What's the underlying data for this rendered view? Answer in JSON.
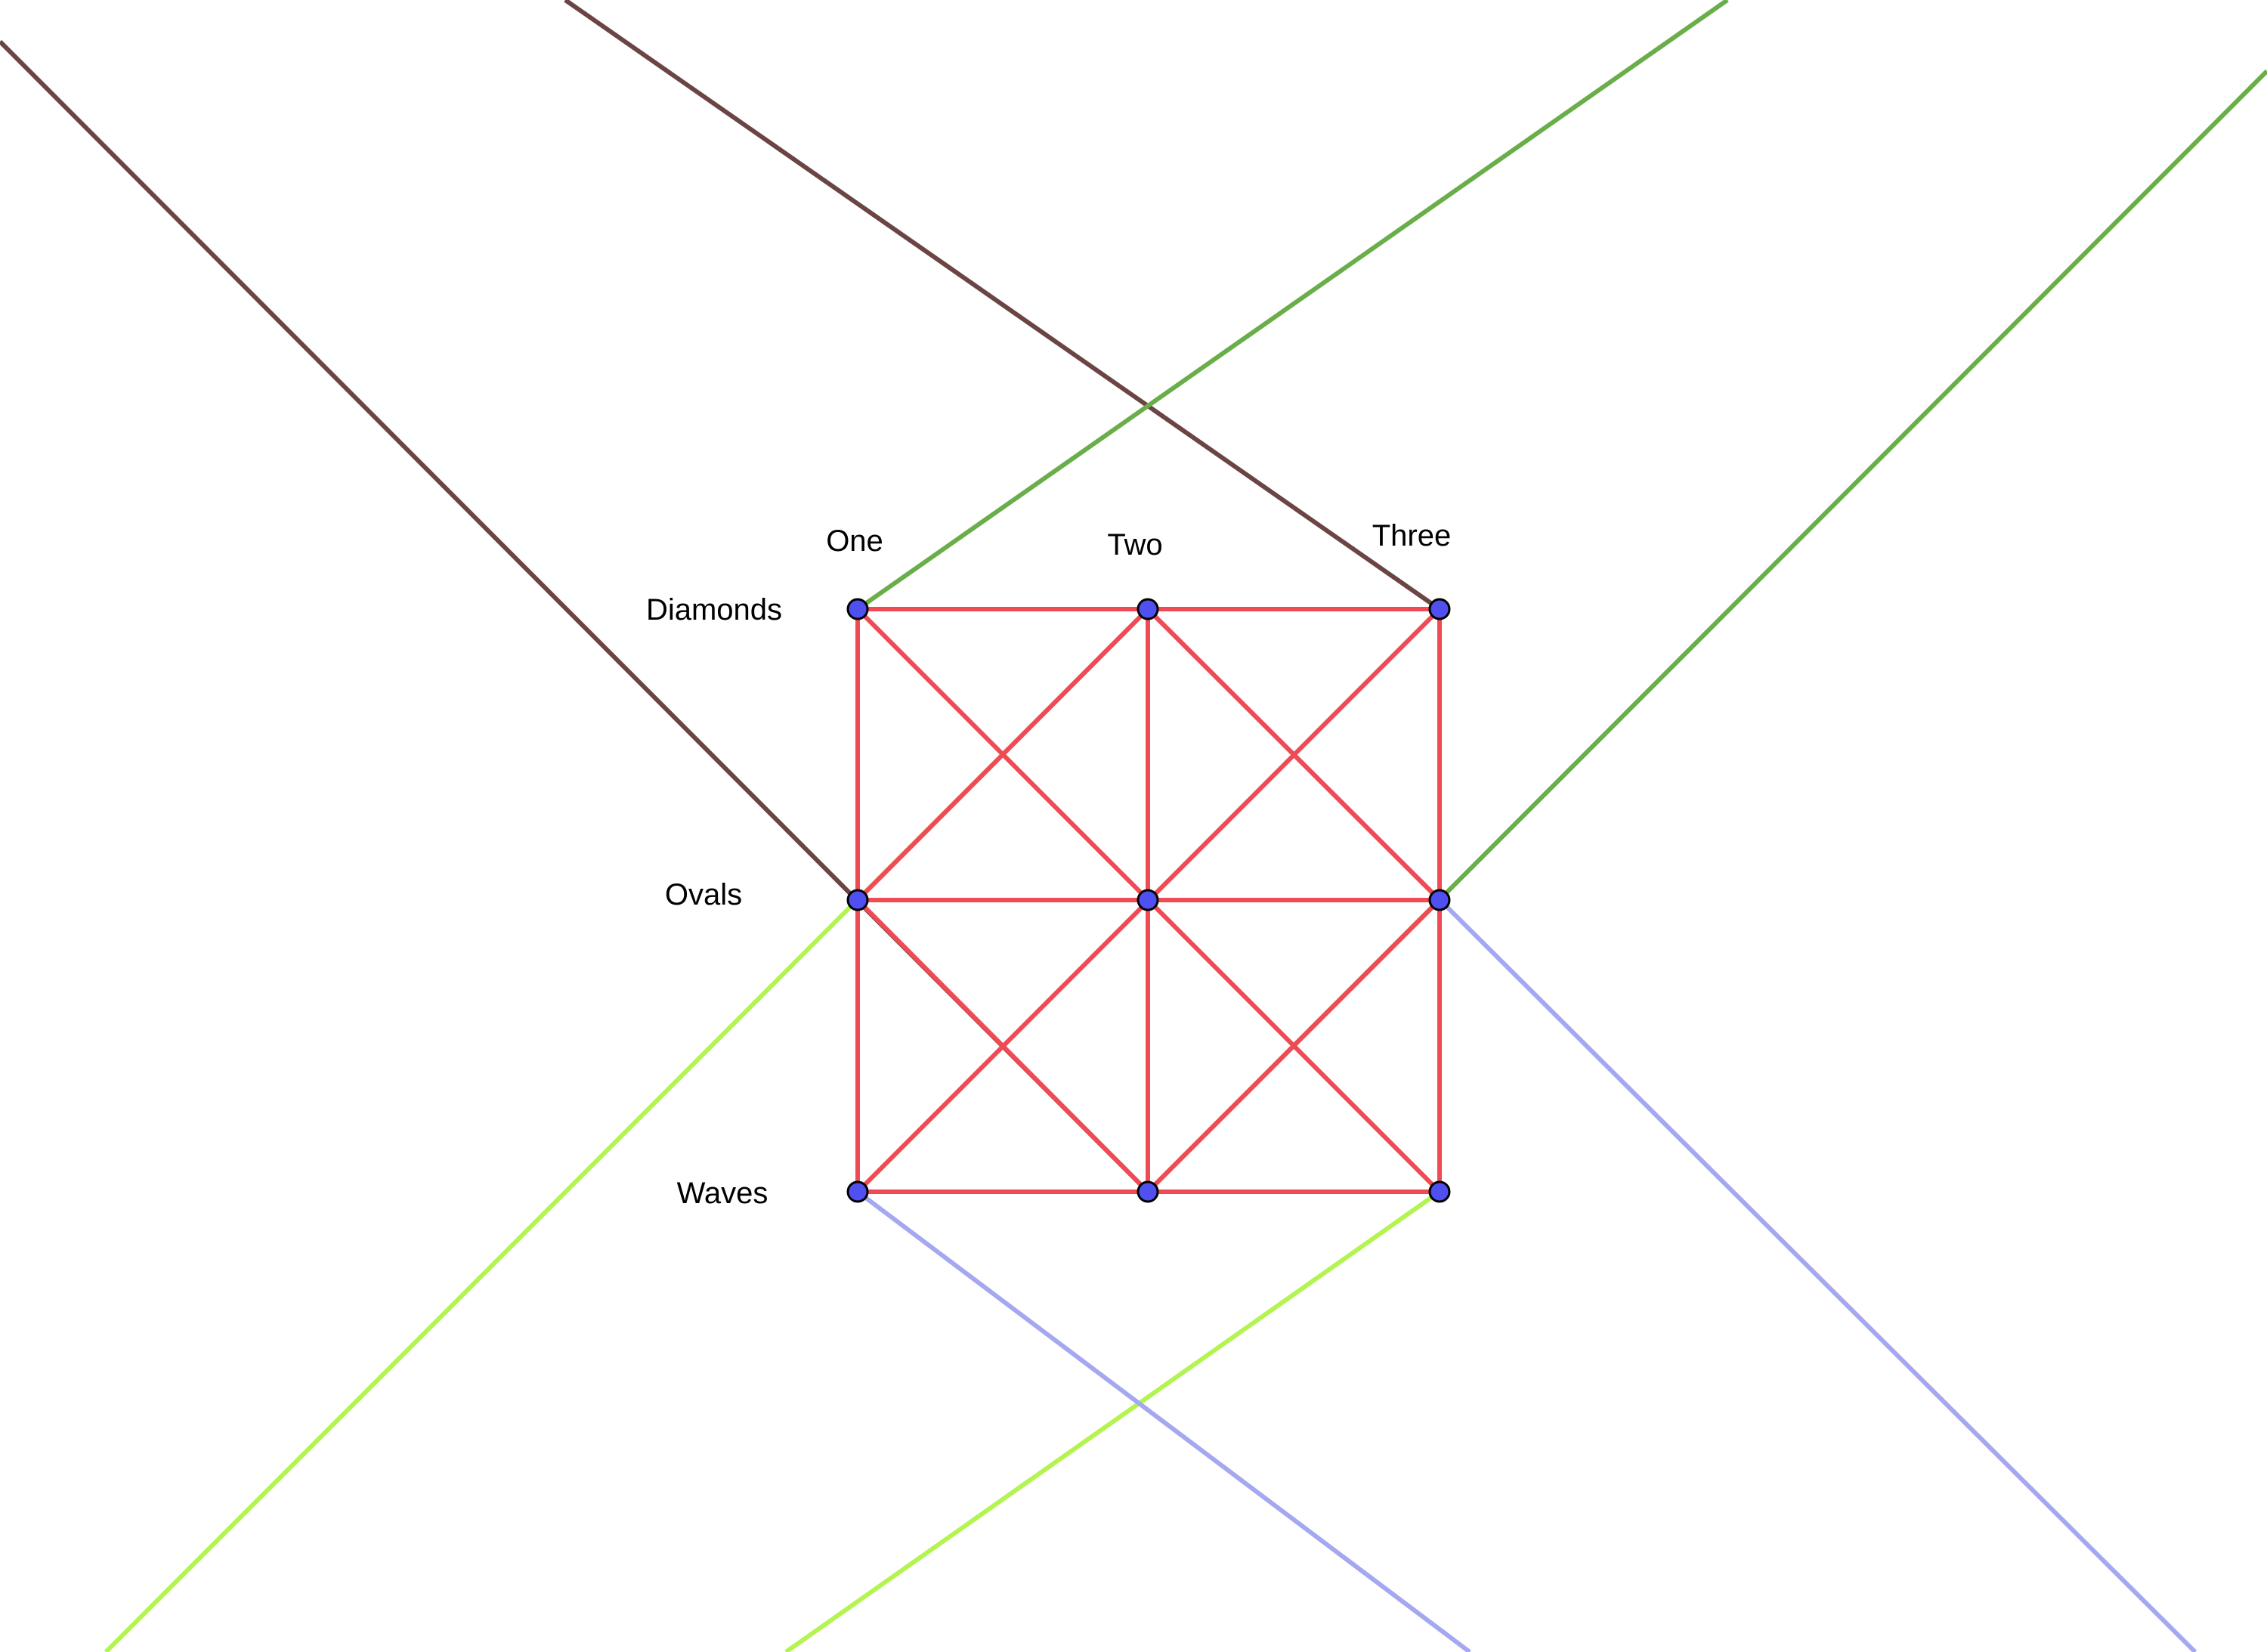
{
  "diagram": {
    "column_labels": [
      "One",
      "Two",
      "Three"
    ],
    "row_labels": [
      "Diamonds",
      "Ovals",
      "Waves"
    ],
    "colors": {
      "grid": "#f04a54",
      "point_fill": "#5050f0",
      "brown": "#6b4444",
      "dark_green": "#6aae4a",
      "lime": "#b4f450",
      "lavender": "#a4a8f0"
    }
  }
}
